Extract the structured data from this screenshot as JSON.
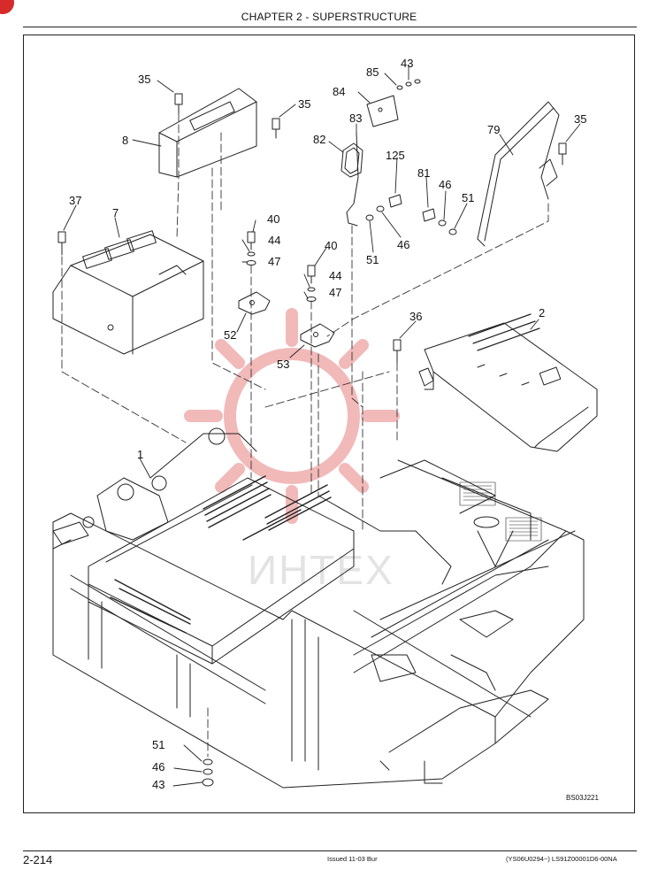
{
  "header": {
    "title": "CHAPTER 2 - SUPERSTRUCTURE"
  },
  "diagram": {
    "figure_code": "BS03J221",
    "watermark_text": "ИНТЕХ",
    "callouts": [
      {
        "id": "c35a",
        "label": "35"
      },
      {
        "id": "c8",
        "label": "8"
      },
      {
        "id": "c35b",
        "label": "35"
      },
      {
        "id": "c37",
        "label": "37"
      },
      {
        "id": "c7",
        "label": "7"
      },
      {
        "id": "c40a",
        "label": "40"
      },
      {
        "id": "c44a",
        "label": "44"
      },
      {
        "id": "c47a",
        "label": "47"
      },
      {
        "id": "c52",
        "label": "52"
      },
      {
        "id": "c40b",
        "label": "40"
      },
      {
        "id": "c44b",
        "label": "44"
      },
      {
        "id": "c47b",
        "label": "47"
      },
      {
        "id": "c53",
        "label": "53"
      },
      {
        "id": "c85",
        "label": "85"
      },
      {
        "id": "c43a",
        "label": "43"
      },
      {
        "id": "c84",
        "label": "84"
      },
      {
        "id": "c83",
        "label": "83"
      },
      {
        "id": "c82",
        "label": "82"
      },
      {
        "id": "c125",
        "label": "125"
      },
      {
        "id": "c81",
        "label": "81"
      },
      {
        "id": "c46a",
        "label": "46"
      },
      {
        "id": "c51a",
        "label": "51"
      },
      {
        "id": "c51b",
        "label": "51"
      },
      {
        "id": "c46b",
        "label": "46"
      },
      {
        "id": "c79",
        "label": "79"
      },
      {
        "id": "c35c",
        "label": "35"
      },
      {
        "id": "c2",
        "label": "2"
      },
      {
        "id": "c36",
        "label": "36"
      },
      {
        "id": "c1",
        "label": "1"
      },
      {
        "id": "c51c",
        "label": "51"
      },
      {
        "id": "c46c",
        "label": "46"
      },
      {
        "id": "c43b",
        "label": "43"
      }
    ]
  },
  "footer": {
    "page_number": "2-214",
    "issued": "Issued 11-03   Bur",
    "doc_ref": "(YS06U0294~)   LS91Z00001D6-00NA"
  }
}
